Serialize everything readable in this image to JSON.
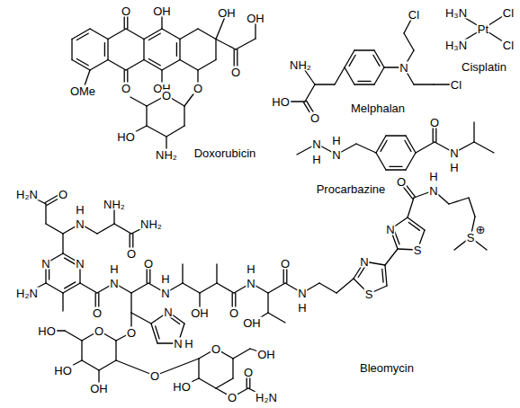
{
  "diagram": {
    "labels": [
      "O",
      "OH",
      "OH",
      "OH",
      "O",
      "O",
      "OH",
      "OMe",
      "O",
      "O",
      "HO",
      "NH₂",
      "Doxorubicin",
      "NH₂",
      "HO",
      "O",
      "N",
      "Cl",
      "Cl",
      "Melphalan",
      "H₃N",
      "Pt",
      "Cl",
      "H₃N",
      "Cl",
      "Cisplatin",
      "N",
      "H",
      "H",
      "N",
      "O",
      "N",
      "H",
      "Procarbazine",
      "O",
      "H₂N",
      "H",
      "NH₂",
      "N",
      "NH₂",
      "N",
      "N",
      "O",
      "O",
      "H",
      "H",
      "N",
      "N",
      "H₂N",
      "O",
      "H",
      "O",
      "N",
      "N",
      "H",
      "OH",
      "O",
      "OH",
      "N",
      "S",
      "N",
      "S",
      "O",
      "H",
      "N",
      "S",
      "⊕",
      "N",
      "O",
      "O",
      "HO",
      "N",
      "H",
      "O",
      "OH",
      "HO",
      "O",
      "HO",
      "OH",
      "O",
      "O",
      "H₂N",
      "Bleomycin"
    ]
  }
}
